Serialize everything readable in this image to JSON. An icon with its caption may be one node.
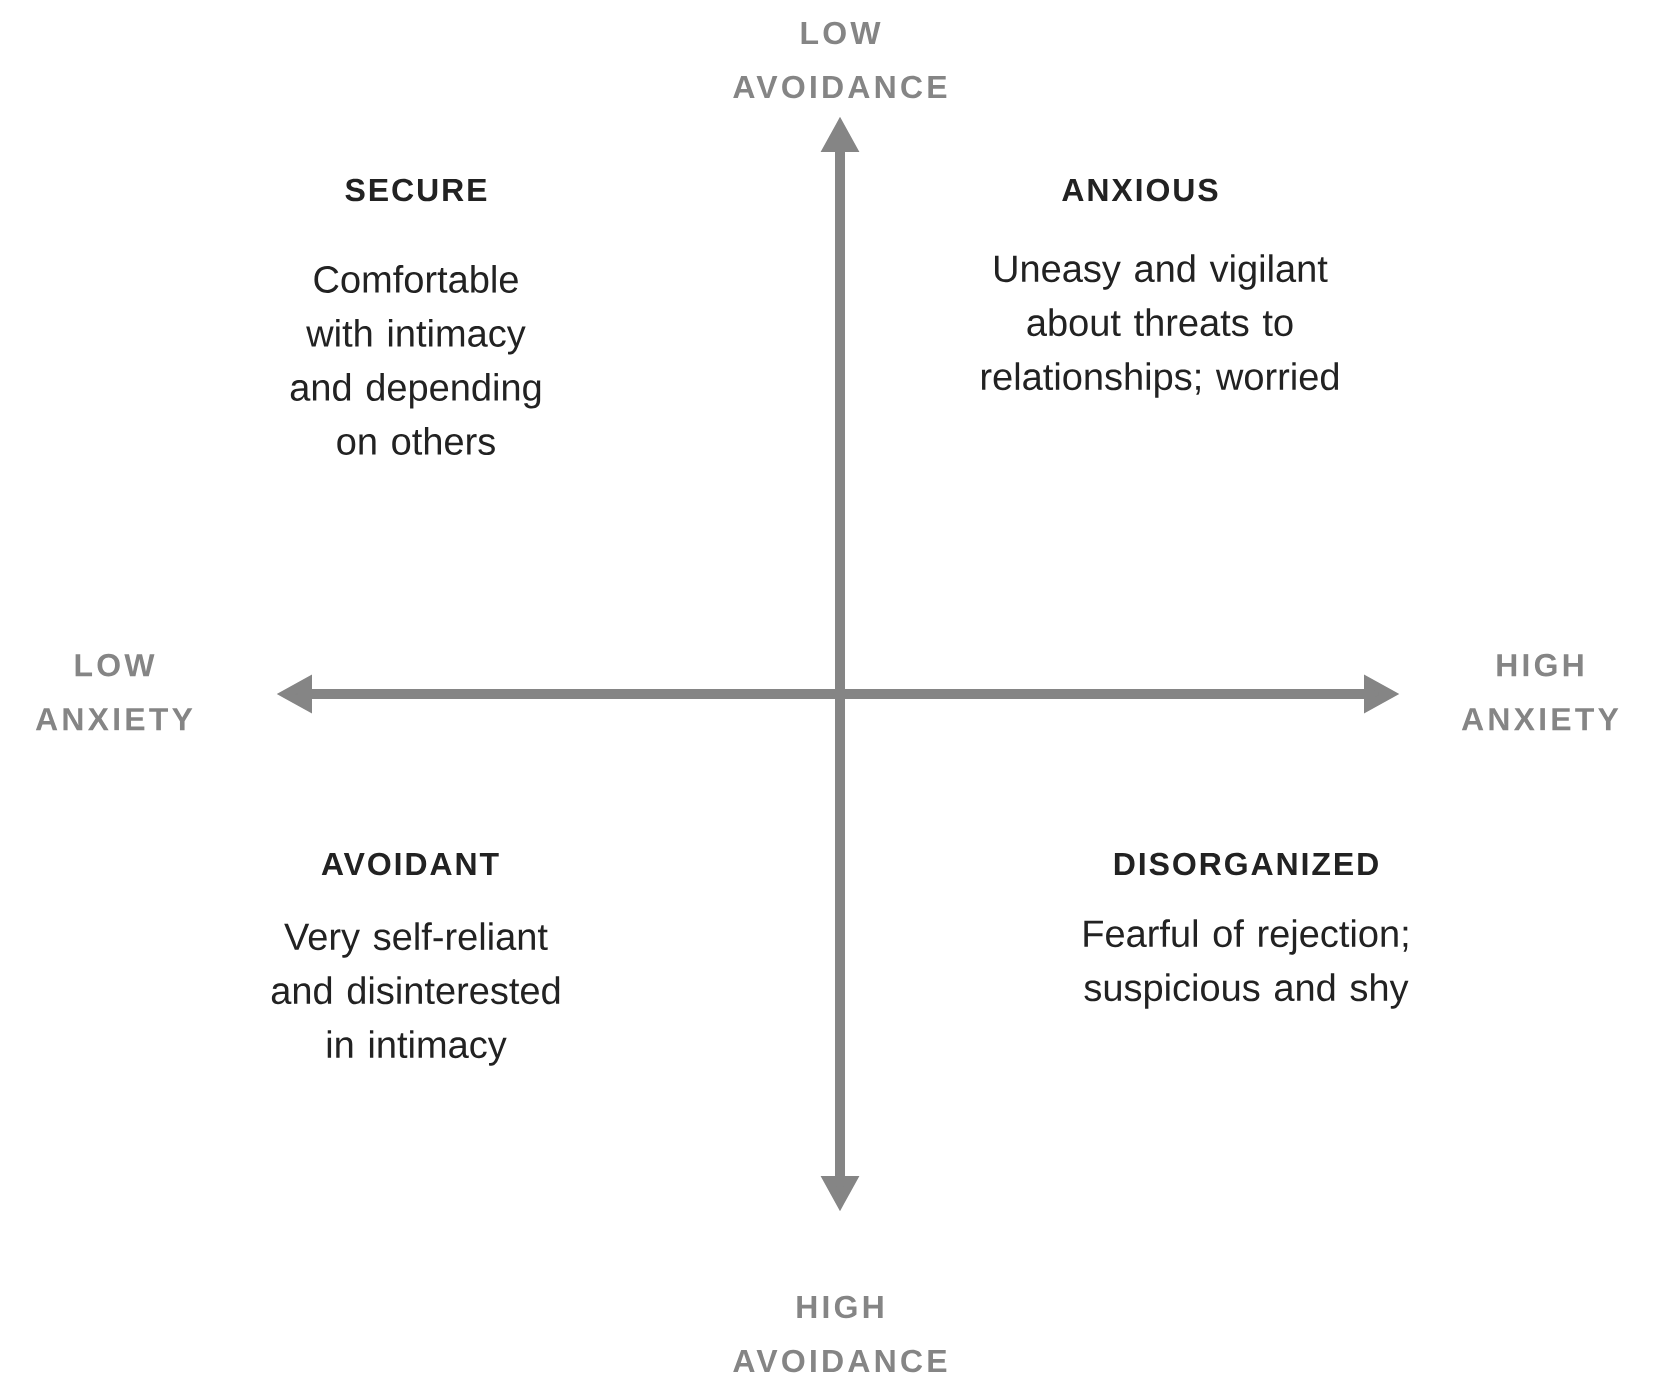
{
  "diagram": {
    "labels": [
      "LOW AVOIDANCE",
      "SECURE",
      "Comfortable with intimacy and depending on others",
      "ANXIOUS",
      "Uneasy and vigilant about threats to relationships; worried",
      "LOW ANXIETY",
      "HIGH ANXIETY",
      "AVOIDANT",
      "Very self-reliant and disinterested in intimacy",
      "DISORGANIZED",
      "Fearful of rejection; suspicious and shy",
      "HIGH AVOIDANCE"
    ]
  }
}
